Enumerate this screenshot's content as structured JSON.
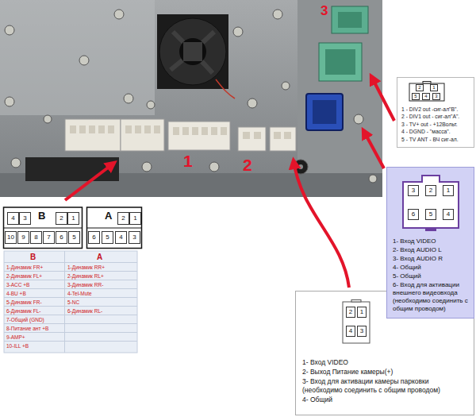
{
  "diagram": {
    "nodes": [
      {
        "text": [
          "1 - DIV2 out -сиг-ал\"B\".",
          "2 - DIV1 out - сиг-ал\"A\".",
          "3 - TV+ out - +12Вольт.",
          "4 - DGND - \"масса\".",
          "5 - TV ANT - ВЧ сиг-ал."
        ]
      },
      {
        "text": [
          "2",
          "1",
          "5",
          "4",
          "3"
        ],
        "in": 0
      },
      {
        "text": [
          "B",
          "4",
          "3",
          "2",
          "1",
          "10",
          "9",
          "8",
          "7",
          "6",
          "5"
        ]
      },
      {
        "text": [
          "A",
          "2",
          "1",
          "6",
          "5",
          "4",
          "3"
        ]
      },
      {
        "text": [
          "1- Вход VIDEO",
          "2- Вход AUDIO L",
          "3- Вход AUDIO R",
          "4- Общий",
          "5- Общий",
          "6- Вход для активации внешнего видеовхода (необходимо соединить с общим проводом)"
        ]
      },
      {
        "text": [
          "3",
          "2",
          "1",
          "6",
          "5",
          "4"
        ],
        "in": 4
      },
      {
        "text": [
          "1- Вход VIDEO",
          "2- Выход Питание камеры(+)",
          "3- Вход для активации камеры парковки (необходимо соединить с общим проводом)",
          "4- Общий"
        ]
      },
      {
        "text": [
          "2",
          "1",
          "4",
          "3"
        ],
        "in": 6
      }
    ],
    "labels": [
      "3",
      "1",
      "2",
      "B",
      "A",
      "1-Динамик FR+",
      "2-Динамик FL+",
      "3-ACC +B",
      "4-BU +B",
      "5-Динамик FR-",
      "6-Динамик FL-",
      "7-Общий (GND)",
      "8-Питание ант +B",
      "9-AMP+",
      "10-ILL +B",
      "1-Динамик RR+",
      "2-Динамик RL+",
      "3-Динамик RR-",
      "4-Tel-Mute",
      "5-NC",
      "6-Динамик RL-"
    ]
  }
}
